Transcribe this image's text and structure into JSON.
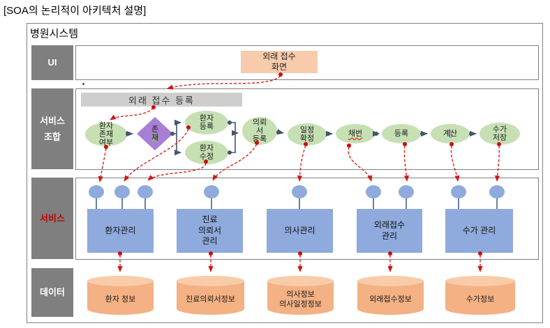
{
  "page_title": "[SOA의 논리적이 아키텍처 설명]",
  "system_title": "병원시스템",
  "lanes": {
    "ui": "UI",
    "composition": "서비스\n조합",
    "services": "서비스",
    "data": "데이터"
  },
  "ui_lane": {
    "screen": "외래 접수\n화면"
  },
  "composition_lane": {
    "banner": "외래 접수 등록",
    "decision": {
      "top": "존",
      "bottom": "재"
    },
    "steps": {
      "check": "환자\n존재\n여부",
      "register": "환자\n등록",
      "modify": "환자\n수정",
      "referral": "의뢰\n서\n등록",
      "schedule": "일정\n확정",
      "numbering": "채번",
      "enroll": "등록",
      "calc": "계산",
      "fee_save": "수가\n저장"
    }
  },
  "services_lane": {
    "boxes": {
      "patient": "환자관리",
      "referral": "진료\n의뢰서\n관리",
      "doctor": "의사관리",
      "outpatient": "외래접수\n관리",
      "fee": "수가 관리"
    }
  },
  "data_lane": {
    "stores": {
      "patient": "환자 정보",
      "referral": "진료의뢰서정보",
      "doctor": "의사정보\n의사일정정보",
      "outpatient": "외래접수정보",
      "fee": "수가정보"
    }
  },
  "colors": {
    "step_green": "#c6e0b4",
    "decision_purple": "#a87ed6",
    "service_blue": "#8faadc",
    "screen_orange": "#f8cbad",
    "datastore_orange": "#f4b183",
    "banner_gray": "#cfcecd",
    "lane_label_gray": "#7f7f7f",
    "services_label_red": "#c00000",
    "arrow_red": "#e01b1b",
    "connector_slate": "#44546a"
  }
}
